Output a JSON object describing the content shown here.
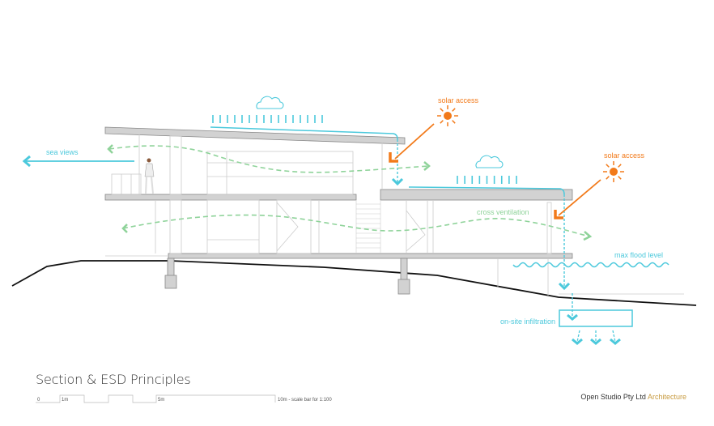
{
  "title": "Section & ESD Principles",
  "scale_bar": {
    "labels": [
      "0",
      "1m",
      "5m",
      "10m - scale bar for 1:100"
    ]
  },
  "credit": {
    "company": "Open Studio Pty Ltd",
    "discipline": "Architecture"
  },
  "annotations": {
    "sea_views": "sea views",
    "solar_access_1": "solar access",
    "solar_access_2": "solar access",
    "cross_ventilation": "cross ventilation",
    "max_flood_level": "max flood level",
    "infiltration": "on-site infiltration"
  },
  "colors": {
    "cyan": "#4cc9dc",
    "orange": "#f27a1a",
    "green": "#8fd39a",
    "structure": "#cfcfcf",
    "ground": "#111111"
  }
}
